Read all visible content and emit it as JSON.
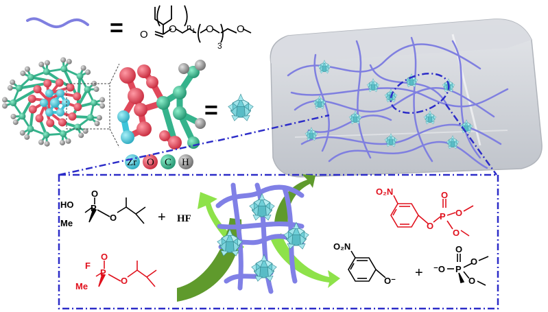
{
  "polymer_legend": {
    "equals": "=",
    "repeat_n": "n",
    "repeat_n_sub": "1",
    "repeat_3": "3",
    "atoms": [
      "O",
      "O",
      "O",
      "O"
    ]
  },
  "cluster_legend": {
    "equals": "=",
    "atoms": [
      {
        "symbol": "Zr",
        "color": "#3cc4d9"
      },
      {
        "symbol": "O",
        "color": "#e0485a"
      },
      {
        "symbol": "C",
        "color": "#35b38c"
      },
      {
        "symbol": "H",
        "color": "#8d8d8d"
      }
    ]
  },
  "reaction": {
    "plus_1": "+",
    "hf": "HF",
    "plus_2": "+",
    "sarin": {
      "atoms": [
        "HO",
        "P",
        "O",
        "Me",
        "O"
      ]
    },
    "soman": {
      "atoms": [
        "F",
        "P",
        "O",
        "Me",
        "O"
      ],
      "color": "#e0101c"
    },
    "dmnp": {
      "atoms": [
        "O₂N",
        "O",
        "P",
        "O",
        "O",
        "O"
      ],
      "color": "#e0101c"
    },
    "nitrophenolate": {
      "atoms": [
        "O₂N",
        "O⁻"
      ]
    },
    "phosphate": {
      "atoms": [
        "O",
        "⁻O",
        "P",
        "O",
        "O"
      ]
    }
  },
  "colors": {
    "polymer": "#7f7fe0",
    "cluster": "#7fd8df",
    "frame": "#2c2cc8",
    "arrow_light": "#8ee24a",
    "arrow_dark": "#5f9a2c",
    "red": "#e0101c"
  }
}
